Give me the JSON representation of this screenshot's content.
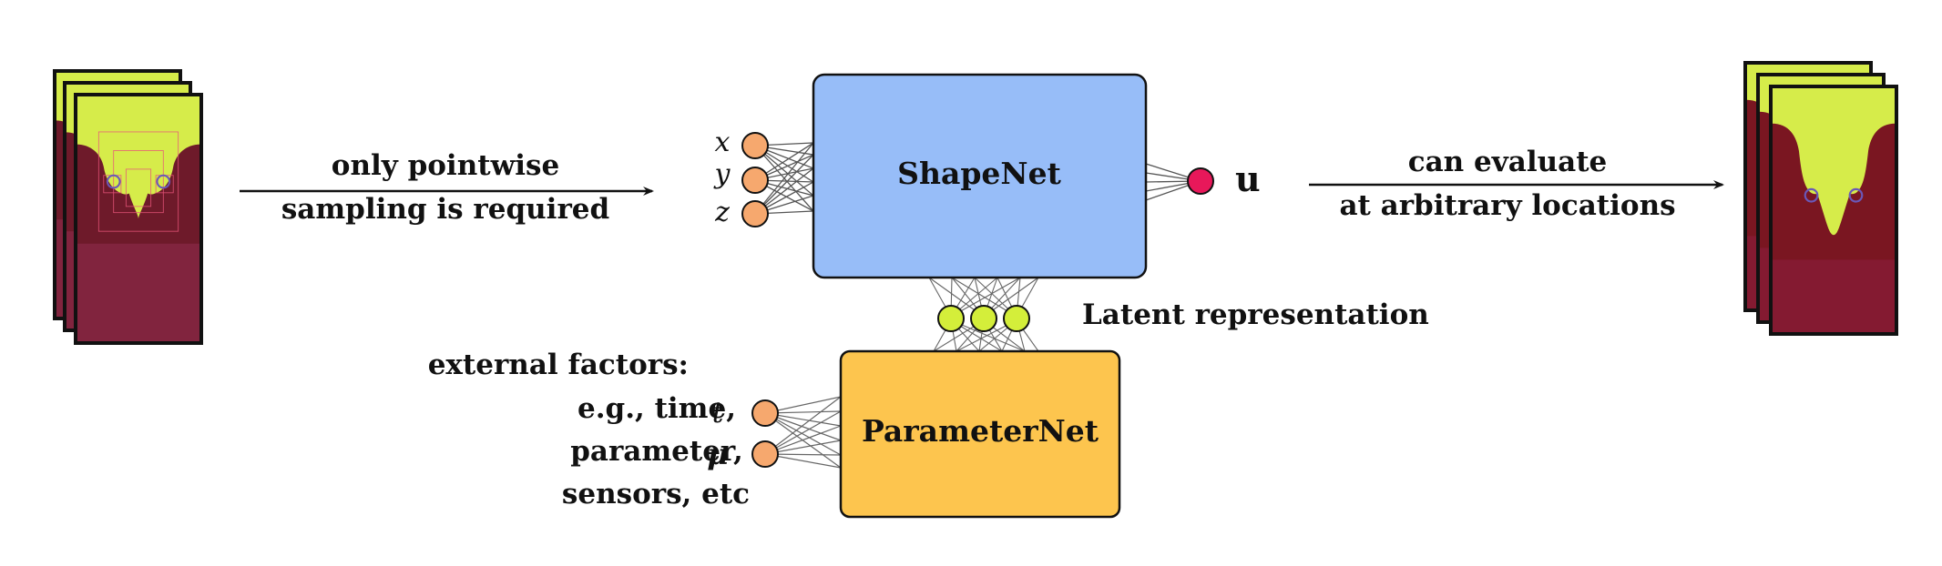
{
  "colors": {
    "shapenet_fill": "#97BDF8",
    "parameternet_fill": "#FDC54E",
    "input_node": "#F6A86E",
    "latent_node": "#D4EE3A",
    "output_node": "#E8185A",
    "field_yellow": "#D6EC4A",
    "field_red": "#7A1621",
    "wire": "#555555"
  },
  "left_arrow": {
    "line1": "only pointwise",
    "line2": "sampling is required"
  },
  "right_arrow": {
    "line1": "can evaluate",
    "line2": "at arbitrary locations"
  },
  "shapenet": {
    "label": "ShapeNet",
    "inputs": [
      "x",
      "y",
      "z"
    ],
    "output": "u"
  },
  "latent": {
    "label": "Latent representation",
    "count": 3
  },
  "parameternet": {
    "label": "ParameterNet",
    "inputs": [
      "t",
      "μ"
    ]
  },
  "external_factors": {
    "lines": [
      "external factors:",
      "e.g., time,",
      "parameter,",
      "sensors, etc"
    ]
  },
  "input_snapshots": {
    "count": 3,
    "icon": "sampled-flow-field-stack"
  },
  "output_snapshots": {
    "count": 3,
    "icon": "continuous-flow-field-stack"
  }
}
